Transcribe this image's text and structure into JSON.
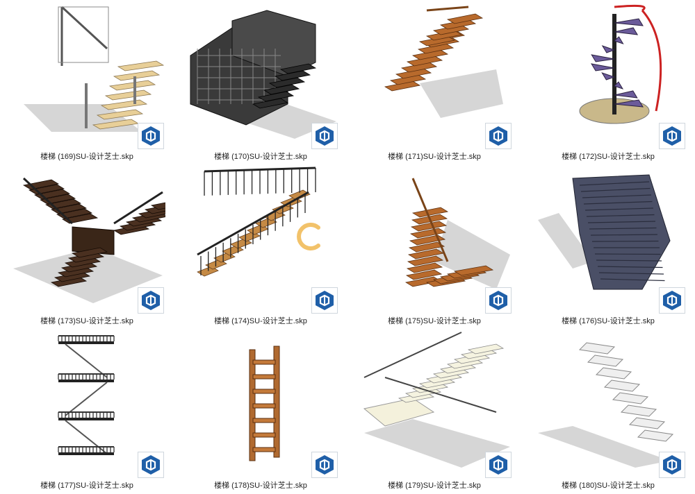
{
  "files": [
    {
      "name": "楼梯 (169)SU-设计芝士.skp",
      "style": "white-lshape"
    },
    {
      "name": "楼梯 (170)SU-设计芝士.skp",
      "style": "dark-grid"
    },
    {
      "name": "楼梯 (171)SU-设计芝士.skp",
      "style": "wood-floating"
    },
    {
      "name": "楼梯 (172)SU-设计芝士.skp",
      "style": "spiral-red"
    },
    {
      "name": "楼梯 (173)SU-设计芝士.skp",
      "style": "dark-y"
    },
    {
      "name": "楼梯 (174)SU-设计芝士.skp",
      "style": "black-rail-long"
    },
    {
      "name": "楼梯 (175)SU-设计芝士.skp",
      "style": "wood-lturn"
    },
    {
      "name": "楼梯 (176)SU-设计芝士.skp",
      "style": "stone-split"
    },
    {
      "name": "楼梯 (177)SU-设计芝士.skp",
      "style": "zigzag-rails"
    },
    {
      "name": "楼梯 (178)SU-设计芝士.skp",
      "style": "wooden-ladder"
    },
    {
      "name": "楼梯 (179)SU-设计芝士.skp",
      "style": "white-block"
    },
    {
      "name": "楼梯 (180)SU-设计芝士.skp",
      "style": "white-zigzag"
    }
  ],
  "colors": {
    "sketchup_blue": "#1f5fa8",
    "watermark": "#f2c26a"
  },
  "icons": {
    "thumbnail_badge": "sketchup-icon",
    "watermark": "c-logo-mark"
  }
}
